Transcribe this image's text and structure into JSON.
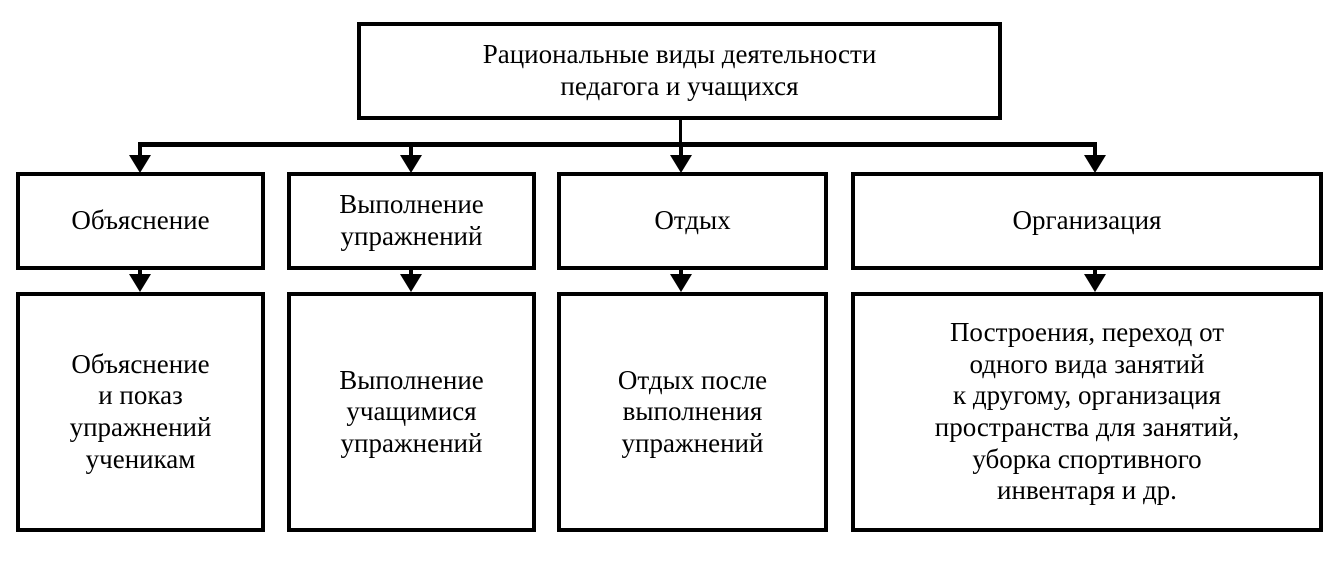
{
  "diagram": {
    "type": "hierarchy-flowchart",
    "language": "ru",
    "background_color": "#ffffff",
    "line_color": "#000000",
    "text_color": "#000000",
    "root": {
      "label": "Рациональные виды деятельности\nпедагога и учащихся"
    },
    "branches": [
      {
        "category": "Объяснение",
        "detail": "Объяснение\nи показ\nупражнений\nученикам"
      },
      {
        "category": "Выполнение\nупражнений",
        "detail": "Выполнение\nучащимися\nупражнений"
      },
      {
        "category": "Отдых",
        "detail": "Отдых после\nвыполнения\nупражнений"
      },
      {
        "category": "Организация",
        "detail": "Построения, переход от\nодного вида занятий\nк другому, организация\nпространства для занятий,\nуборка спортивного\nинвентаря и др."
      }
    ]
  }
}
